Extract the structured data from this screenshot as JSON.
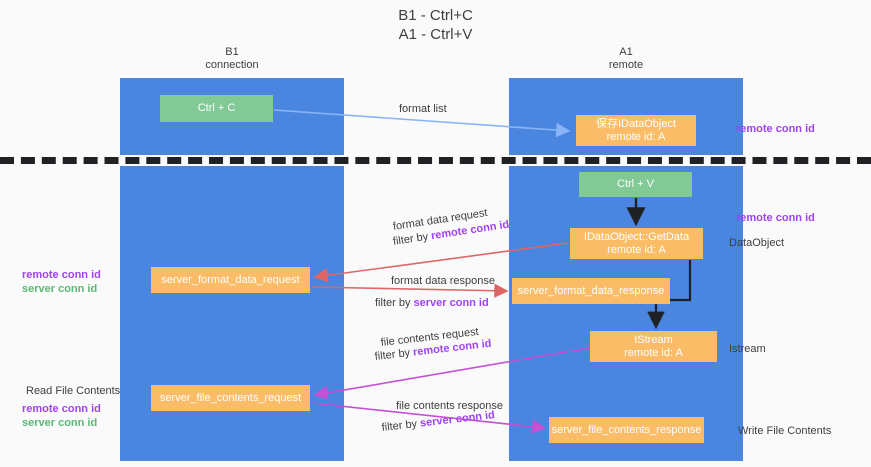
{
  "title": {
    "line1": "B1 - Ctrl+C",
    "line2": "A1 - Ctrl+V"
  },
  "columns": {
    "b1": {
      "name": "B1",
      "role": "connection"
    },
    "a1": {
      "name": "A1",
      "role": "remote"
    }
  },
  "colors": {
    "lane": "#4a86e0",
    "green_node": "#81c995",
    "orange_node": "#fbbc68",
    "remote_conn_id": "#a142f4",
    "server_conn_id": "#5bb974",
    "arrow_format_list": "#8ab4f8",
    "arrow_format_data": "#e06666",
    "arrow_file_contents": "#c450d4",
    "arrow_black": "#202124",
    "divider": "#202124",
    "background": "#fafafa"
  },
  "nodes": {
    "ctrl_c": {
      "label": "Ctrl + C",
      "kind": "green"
    },
    "save_idataobject": {
      "line1": "保存IDataObject",
      "line2": "remote id: A",
      "kind": "orange"
    },
    "ctrl_v": {
      "label": "Ctrl + V",
      "kind": "green"
    },
    "getdata": {
      "line1": "IDataObject::GetData",
      "line2": "remote id: A",
      "kind": "orange"
    },
    "server_format_data_request": {
      "label": "server_format_data_request",
      "kind": "orange"
    },
    "server_format_data_response": {
      "label": "server_format_data_response",
      "kind": "orange"
    },
    "istream": {
      "line1": "IStream",
      "line2": "remote id: A",
      "kind": "orange"
    },
    "server_file_contents_request": {
      "label": "server_file_contents_request",
      "kind": "orange"
    },
    "server_file_contents_response": {
      "label": "server_file_contents_response",
      "kind": "orange"
    }
  },
  "edges": {
    "format_list": "format list",
    "format_data_request": "format data request",
    "format_data_request_filter_prefix": "filter by ",
    "format_data_request_filter_key": "remote conn id",
    "format_data_response": "format data response",
    "format_data_response_filter_prefix": "filter by ",
    "format_data_response_filter_key": "server conn id",
    "file_contents_request": "file contents request",
    "file_contents_request_filter_prefix": "filter by ",
    "file_contents_request_filter_key": "remote conn id",
    "file_contents_response": "file contents response",
    "file_contents_response_filter_prefix": "filter by ",
    "file_contents_response_filter_key": "server conn id"
  },
  "annotations": {
    "remote_conn_id_top": "remote conn id",
    "remote_conn_id_mid": "remote conn id",
    "dataobject": "DataObject",
    "istream": "Istream",
    "write_file_contents": "Write File Contents",
    "read_file_contents": "Read File Contents",
    "left_remote_conn_id_1": "remote conn id",
    "left_server_conn_id_1": "server conn id",
    "left_remote_conn_id_2": "remote conn id",
    "left_server_conn_id_2": "server conn id"
  }
}
